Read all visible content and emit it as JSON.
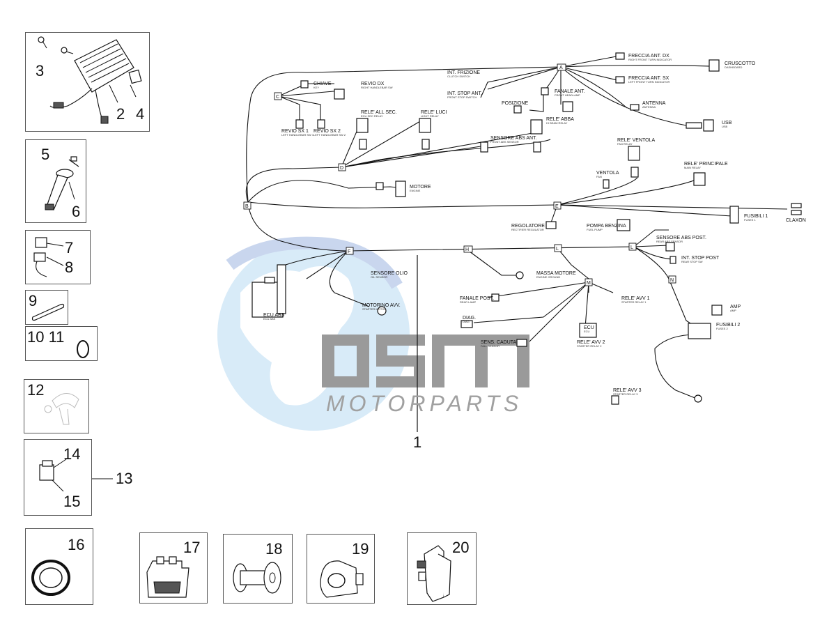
{
  "parts_panel": {
    "labels": [
      "3",
      "2",
      "4",
      "5",
      "6",
      "7",
      "8",
      "9",
      "10 11",
      "12",
      "14",
      "13",
      "15",
      "16",
      "17",
      "18",
      "19",
      "20"
    ]
  },
  "main": {
    "callout": "1",
    "watermark": {
      "brand": "OSM",
      "subtitle": "MOTORPARTS"
    },
    "connectors": [
      "A",
      "C",
      "D",
      "B",
      "E",
      "F",
      "H",
      "L",
      "L",
      "M",
      "N"
    ],
    "components": [
      {
        "title": "FRECCIA ANT. DX",
        "sub": "RIGHT FRONT TURN INDICATOR"
      },
      {
        "title": "CRUSCOTTO",
        "sub": "DASHBOARD"
      },
      {
        "title": "FRECCIA ANT. SX",
        "sub": "LEFT FRONT TURN INDICATOR"
      },
      {
        "title": "INT. FRIZIONE",
        "sub": "CLUTCH SWITCH"
      },
      {
        "title": "INT. STOP ANT.",
        "sub": "FRONT STOP SWITCH"
      },
      {
        "title": "CHIAVE",
        "sub": "KEY"
      },
      {
        "title": "REVIO DX",
        "sub": "RIGHT HANDLEBAR SW"
      },
      {
        "title": "POSIZIONE",
        "sub": ""
      },
      {
        "title": "FANALE ANT.",
        "sub": "FRONT HEADLAMP"
      },
      {
        "title": "ANTENNA",
        "sub": "ANTENNA"
      },
      {
        "title": "USB",
        "sub": "USB"
      },
      {
        "title": "REVIO SX 1",
        "sub": "LEFT HANDLEBAR SW 1"
      },
      {
        "title": "REVIO SX 2",
        "sub": "LEFT HANDLEBAR SW 2"
      },
      {
        "title": "RELE' ALL SEC.",
        "sub": "ECU SEC RELAY"
      },
      {
        "title": "RELE' LUCI",
        "sub": "LIGHT RELAY"
      },
      {
        "title": "RELE' ABBA",
        "sub": "HI BEAM RELAY"
      },
      {
        "title": "SENSORE ABS ANT.",
        "sub": "FRONT ABS SENSOR"
      },
      {
        "title": "RELE' VENTOLA",
        "sub": "FAN RELAY"
      },
      {
        "title": "RELE' PRINCIPALE",
        "sub": "MAIN RELAY"
      },
      {
        "title": "VENTOLA",
        "sub": "FAN"
      },
      {
        "title": "MOTORE",
        "sub": "ENGINE"
      },
      {
        "title": "CLAXON",
        "sub": ""
      },
      {
        "title": "FUSIBILI 1",
        "sub": "FUSES 1"
      },
      {
        "title": "REGOLATORE",
        "sub": "RECTIFIER REGULATOR"
      },
      {
        "title": "POMPA BENZINA",
        "sub": "FUEL PUMP"
      },
      {
        "title": "SENSORE ABS POST.",
        "sub": "REAR ABS SENSOR"
      },
      {
        "title": "INT. STOP POST",
        "sub": "REAR STOP SW"
      },
      {
        "title": "SENSORE OLIO",
        "sub": "OIL SENSOR"
      },
      {
        "title": "MASSA MOTORE",
        "sub": "ENGINE GROUND"
      },
      {
        "title": "ECU ABS",
        "sub": "ECU ABS"
      },
      {
        "title": "MOTORINO AVV.",
        "sub": "STARTER MOTOR"
      },
      {
        "title": "FANALE POST.",
        "sub": "REAR LAMP"
      },
      {
        "title": "RELE' AVV 1",
        "sub": "STARTER RELAY 1"
      },
      {
        "title": "AMP",
        "sub": "AMP"
      },
      {
        "title": "FUSIBILI 2",
        "sub": "FUSES 2"
      },
      {
        "title": "DIAG.",
        "sub": "DIAG"
      },
      {
        "title": "SENS. CADUTA",
        "sub": "FALL SENSOR"
      },
      {
        "title": "RELE' AVV 2",
        "sub": "STARTER RELAY 2"
      },
      {
        "title": "ECU",
        "sub": "ECU"
      },
      {
        "title": "RELE' AVV 3",
        "sub": "STARTER RELAY 3"
      }
    ]
  },
  "colors": {
    "ink": "#111111",
    "watermark_blue": "#bcdcf2",
    "watermark_dark": "#8aa7d6",
    "watermark_grey": "#9a9a9a"
  }
}
